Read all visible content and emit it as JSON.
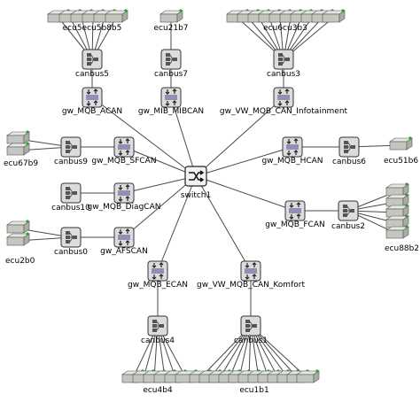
{
  "nodes": {
    "switch": {
      "label": "switch1",
      "icon": "switch-icon"
    },
    "gateways": {
      "acan": "gw_MQB_ACAN",
      "mibcan": "gw_MIB_MIBCAN",
      "infotainment": "gw_VW_MQB_CAN_Infotainment",
      "sfcan": "gw_MQB_SFCAN",
      "hcan": "gw_MQB_HCAN",
      "diagcan": "gw_MQB_DiagCAN",
      "fcan": "gw_MQB_FCAN",
      "afscan": "gw_AFSCAN",
      "ecan": "gw_MQB_ECAN",
      "komfort": "gw_VW_MQB_CAN_Komfort"
    },
    "buses": {
      "canbus5": "canbus5",
      "canbus7": "canbus7",
      "canbus3": "canbus3",
      "canbus9": "canbus9",
      "canbus6": "canbus6",
      "canbus10": "canbus10",
      "canbus2": "canbus2",
      "canbus0": "canbus0",
      "canbus4": "canbus4",
      "canbus1": "canbus1"
    },
    "ecu_labels": {
      "top_left": "ecu5ecu5b8b5",
      "top_mid": "ecu21b7",
      "top_right": "ecu6cu3b3",
      "left_upper": "ecu67b9",
      "right_mid": "ecu51b6",
      "left_lower": "ecu2b0",
      "right_lower": "ecu88b2",
      "bottom_left": "ecu4b4",
      "bottom_right": "ecu1b1"
    }
  },
  "colors": {
    "edge": "#4a4a4a",
    "node_fill": "#d8d8d8",
    "node_stroke": "#333333",
    "ecu_fill": "#c9ccc6",
    "ecu_led": "#2fa02f"
  }
}
